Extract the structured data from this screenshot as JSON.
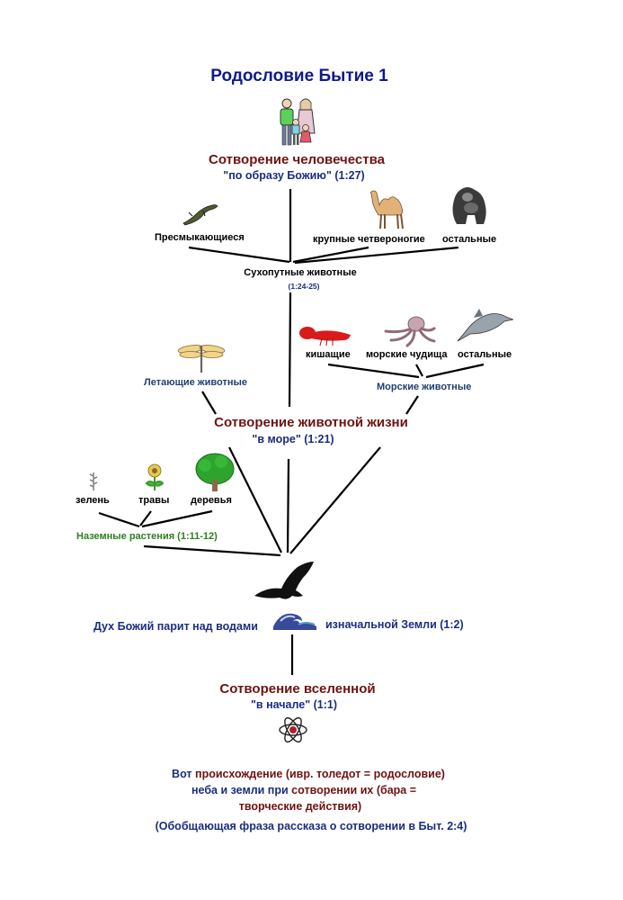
{
  "title": "Родословие Бытие 1",
  "humanity": {
    "heading": "Сотворение человечества",
    "quote": "\"по образу Божию\" (1:27)"
  },
  "land_animals": {
    "label": "Сухопутные животные",
    "ref": "(1:24-25)",
    "children": [
      "Пресмыкающиеся",
      "крупные четвероногие",
      "остальные"
    ]
  },
  "flying_animals": {
    "label": "Летающие животные"
  },
  "sea_animals": {
    "label": "Морские животные",
    "children": [
      "кишащие",
      "морские чудища",
      "остальные"
    ]
  },
  "animal_life": {
    "heading": "Сотворение животной жизни",
    "quote": "\"в море\" (1:21)"
  },
  "plants": {
    "label": "Наземные растения (1:11-12)",
    "children": [
      "зелень",
      "травы",
      "деревья"
    ]
  },
  "spirit": {
    "left": "Дух Божий парит над водами",
    "right": "изначальной Земли (1:2)"
  },
  "universe": {
    "heading": "Сотворение вселенной",
    "quote": "\"в начале\" (1:1)"
  },
  "footer": {
    "line1_a": "Вот",
    "line1_b": "происхождение (ивр. толедот = родословие)",
    "line2_a": "неба и земли при",
    "line2_b": "сотворении их (бара =",
    "line3": "творческие действия)",
    "summary": "(Обобщающая фраза рассказа о сотворении в Быт. 2:4)"
  },
  "colors": {
    "title": "#0d1a8c",
    "heading": "#6e1212",
    "quote": "#1a2d80",
    "plants": "#2e7d1f",
    "lines": "#000000"
  }
}
